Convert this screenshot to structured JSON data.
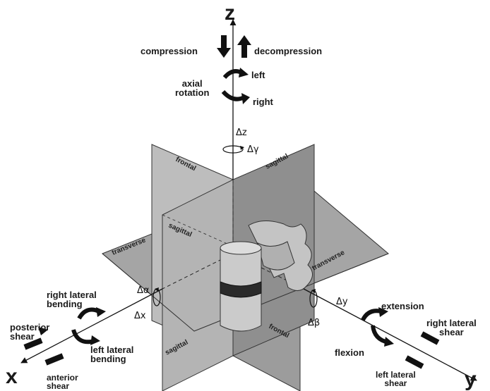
{
  "axes": {
    "z": "z",
    "x": "x",
    "y": "y"
  },
  "z_motions": {
    "compression": "compression",
    "decompression": "decompression",
    "axial_rotation_line1": "axial",
    "axial_rotation_line2": "rotation",
    "left": "left",
    "right": "right"
  },
  "x_motions": {
    "right_lateral_bending_line1": "right lateral",
    "right_lateral_bending_line2": "bending",
    "posterior_shear_line1": "posterior",
    "posterior_shear_line2": "shear",
    "left_lateral_bending_line1": "left lateral",
    "left_lateral_bending_line2": "bending",
    "anterior_shear_line1": "anterior",
    "anterior_shear_line2": "shear"
  },
  "y_motions": {
    "extension": "extension",
    "flexion": "flexion",
    "right_lateral_shear_line1": "right lateral",
    "right_lateral_shear_line2": "shear",
    "left_lateral_shear_line1": "left lateral",
    "left_lateral_shear_line2": "shear"
  },
  "deltas": {
    "dz": "Δz",
    "dgamma": "Δγ",
    "dalpha": "Δα",
    "dx": "Δx",
    "dy": "Δy",
    "dbeta": "Δβ"
  },
  "planes": {
    "frontal": "frontal",
    "sagittal": "sagittal",
    "transverse": "transverse"
  },
  "colors": {
    "plane_fill": "#9a9a9a",
    "plane_dark": "#6e6e6e",
    "ink": "#1a1a1a",
    "vertebra": "#c9c9c9",
    "disc": "#2b2b2b"
  }
}
